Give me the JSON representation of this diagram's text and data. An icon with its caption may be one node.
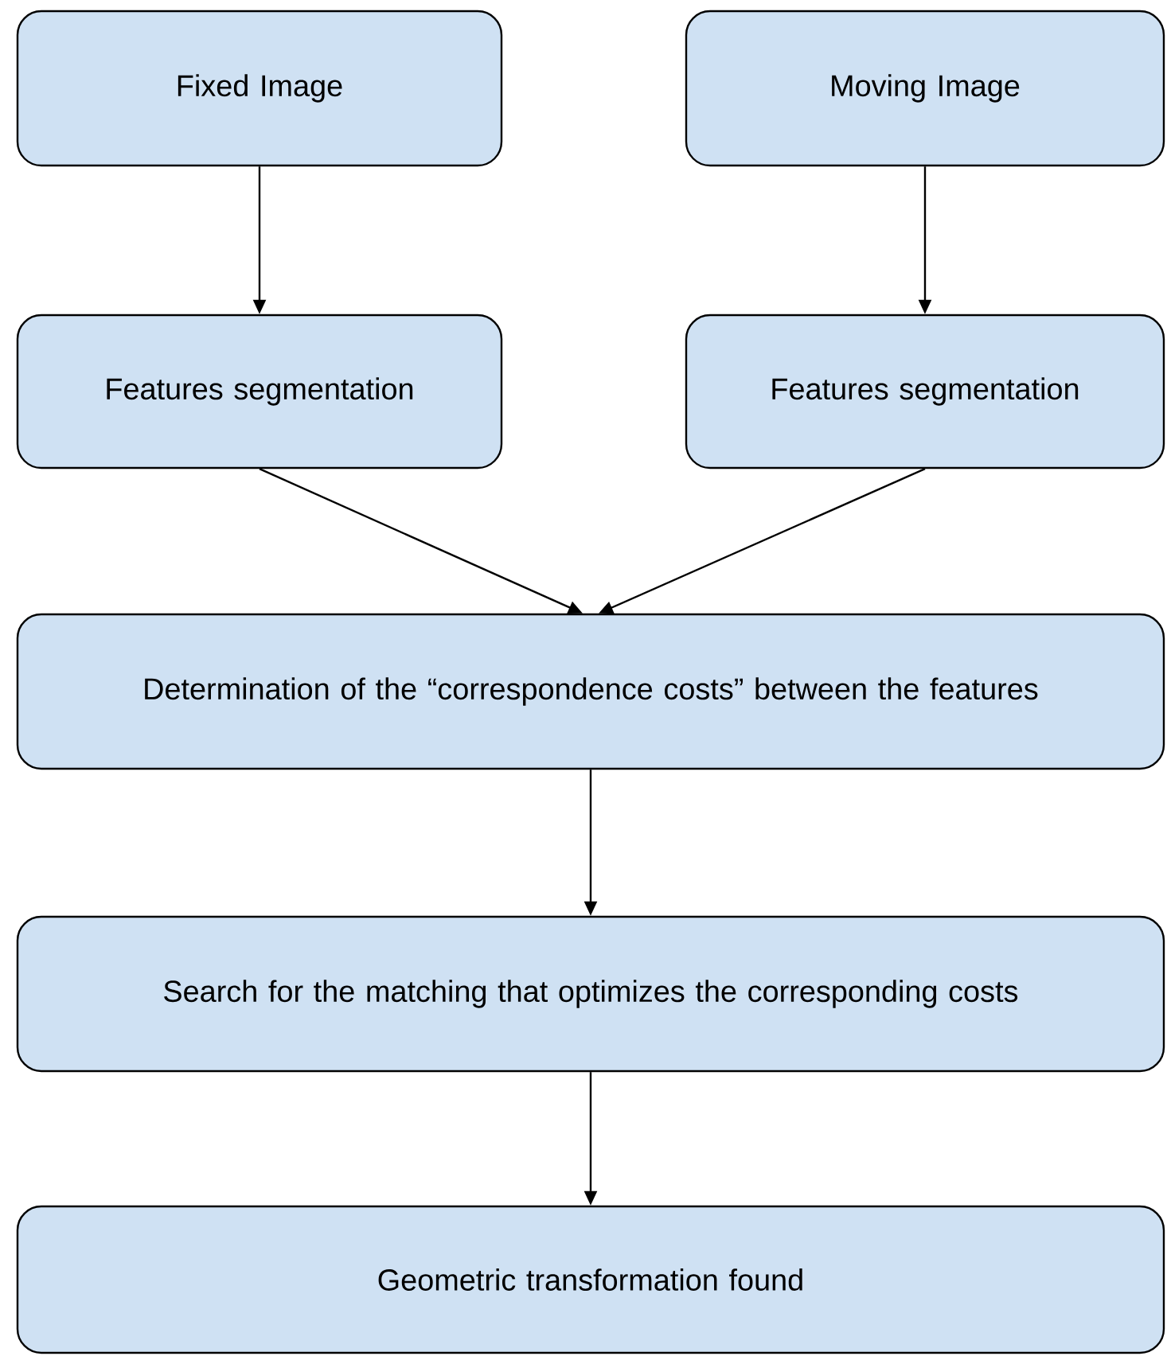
{
  "diagram": {
    "nodes": [
      {
        "text": [
          "Fixed Image"
        ]
      },
      {
        "text": [
          "Moving Image"
        ]
      },
      {
        "text": [
          "Features segmentation"
        ]
      },
      {
        "text": [
          "Features segmentation"
        ]
      },
      {
        "text": [
          "Determination of the “correspondence costs” between the features"
        ]
      },
      {
        "text": [
          "Search for the matching that optimizes the corresponding costs"
        ]
      },
      {
        "text": [
          "Geometric transformation found"
        ]
      }
    ],
    "edges": [
      {
        "from": 0,
        "to": 2,
        "arrow": "to"
      },
      {
        "from": 1,
        "to": 3,
        "arrow": "to"
      },
      {
        "from": 2,
        "to": 4,
        "arrow": "to"
      },
      {
        "from": 3,
        "to": 4,
        "arrow": "to"
      },
      {
        "from": 4,
        "to": 5,
        "arrow": "to"
      },
      {
        "from": 5,
        "to": 6,
        "arrow": "to"
      }
    ]
  }
}
